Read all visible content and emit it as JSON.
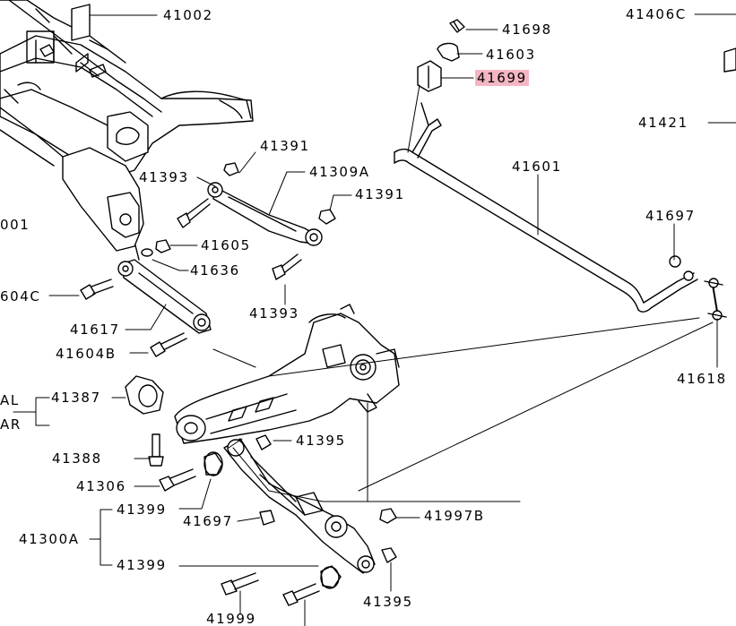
{
  "diagram": {
    "highlight_color": "#f4b6c4",
    "line_color": "#000000",
    "labels": {
      "p41002": "41002",
      "p41698": "41698",
      "p41603": "41603",
      "p41699": "41699",
      "p41406C": "41406C",
      "p41421": "41421",
      "p41601": "41601",
      "p41697_right": "41697",
      "p41618": "41618",
      "p001": "001",
      "p41391_top": "41391",
      "p41393_top": "41393",
      "p41309A": "41309A",
      "p41391_mid": "41391",
      "p41605": "41605",
      "p41636": "41636",
      "p41393_mid": "41393",
      "p604C": "604C",
      "p41617": "41617",
      "p41604B": "41604B",
      "p41387": "41387",
      "pAL": "AL",
      "pAR": "AR",
      "p41395_top": "41395",
      "p41388": "41388",
      "p41306": "41306",
      "p41399_top": "41399",
      "p41697_bottom": "41697",
      "p41997B": "41997B",
      "p41300A": "41300A",
      "p41399_bottom": "41399",
      "p41395_bottom": "41395",
      "p41999": "41999"
    }
  }
}
